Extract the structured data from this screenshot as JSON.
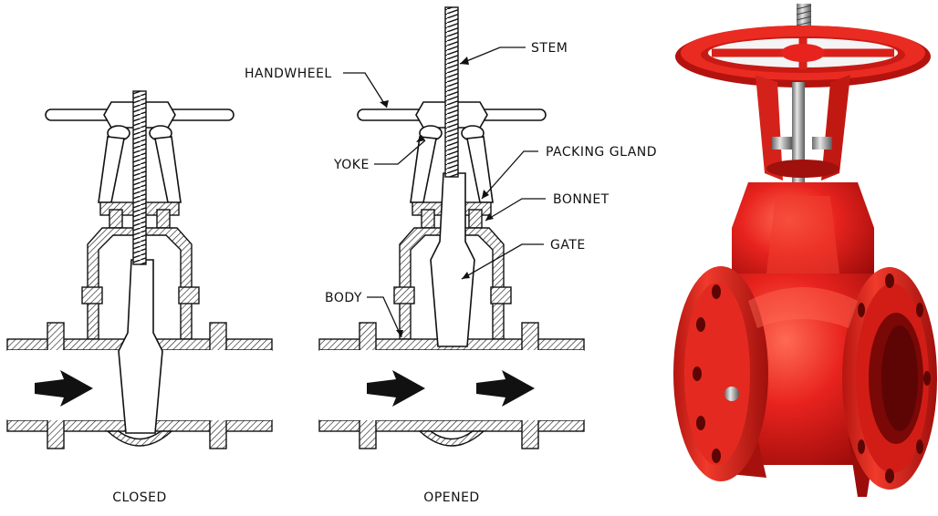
{
  "labels": {
    "stem": "STEM",
    "handwheel": "HANDWHEEL",
    "yoke": "YOKE",
    "packing_gland": "PACKING GLAND",
    "bonnet": "BONNET",
    "gate": "GATE",
    "body": "BODY"
  },
  "captions": {
    "closed": "CLOSED",
    "opened": "OPENED"
  },
  "colors": {
    "valve_red": "#e8231e",
    "valve_dark": "#9c0c0a",
    "valve_highlight": "#ff6a55",
    "line": "#111111",
    "hatch": "#222222"
  }
}
